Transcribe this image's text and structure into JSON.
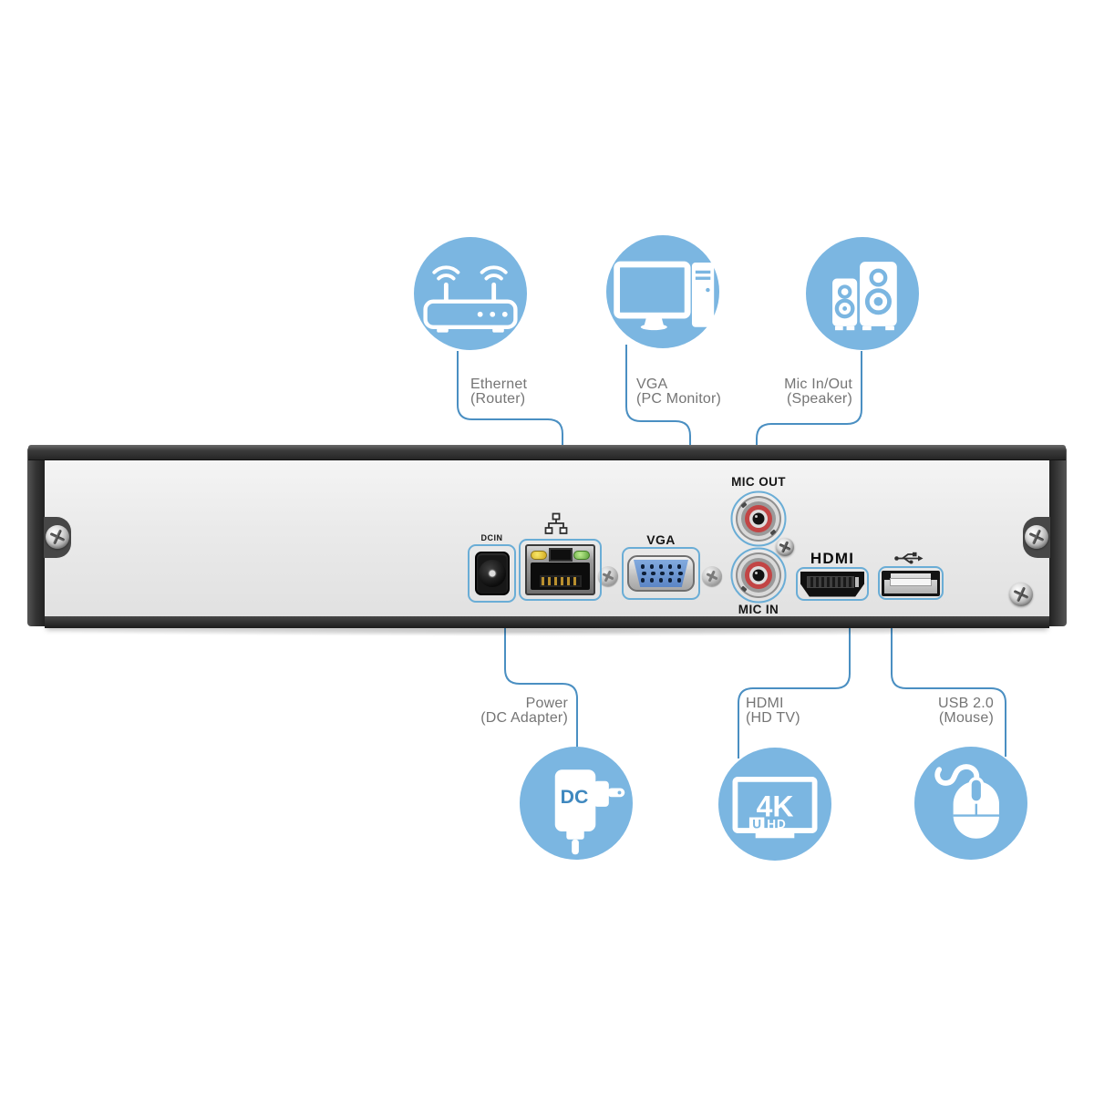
{
  "colors": {
    "circle_blue": "#7bb6e1",
    "connector_blue": "#4a8fc2",
    "port_outline_blue": "#6aadd6",
    "callout_text_gray": "#757575",
    "panel_gray": "#eaeaea",
    "chassis_dark": "#2e2e2e",
    "led_yellow": "#d2a71e",
    "led_green": "#5ca23b",
    "rca_red": "#c24545",
    "vga_pin_blue": "#5c86c6"
  },
  "callouts": {
    "top": [
      {
        "line1": "Ethernet",
        "line2": "(Router)",
        "icon": "wifi-router-icon"
      },
      {
        "line1": "VGA",
        "line2": "(PC Monitor)",
        "icon": "desktop-computer-icon"
      },
      {
        "line1": "Mic In/Out",
        "line2": "(Speaker)",
        "icon": "speakers-icon"
      }
    ],
    "bottom": [
      {
        "line1": "Power",
        "line2": "(DC Adapter)",
        "icon": "dc-adapter-icon"
      },
      {
        "line1": "HDMI",
        "line2": "(HD TV)",
        "icon": "tv-4k-uhd-icon"
      },
      {
        "line1": "USB 2.0",
        "line2": "(Mouse)",
        "icon": "computer-mouse-icon"
      }
    ]
  },
  "icon_text": {
    "dc": "DC",
    "four_k": "4K",
    "uhd_u": "U",
    "uhd_hd": "HD"
  },
  "rear_panel": {
    "dc_in_label": "DCIN",
    "vga_label": "VGA",
    "mic_out_label": "MIC OUT",
    "mic_in_label": "MIC IN",
    "hdmi_logo": "HDMI"
  }
}
